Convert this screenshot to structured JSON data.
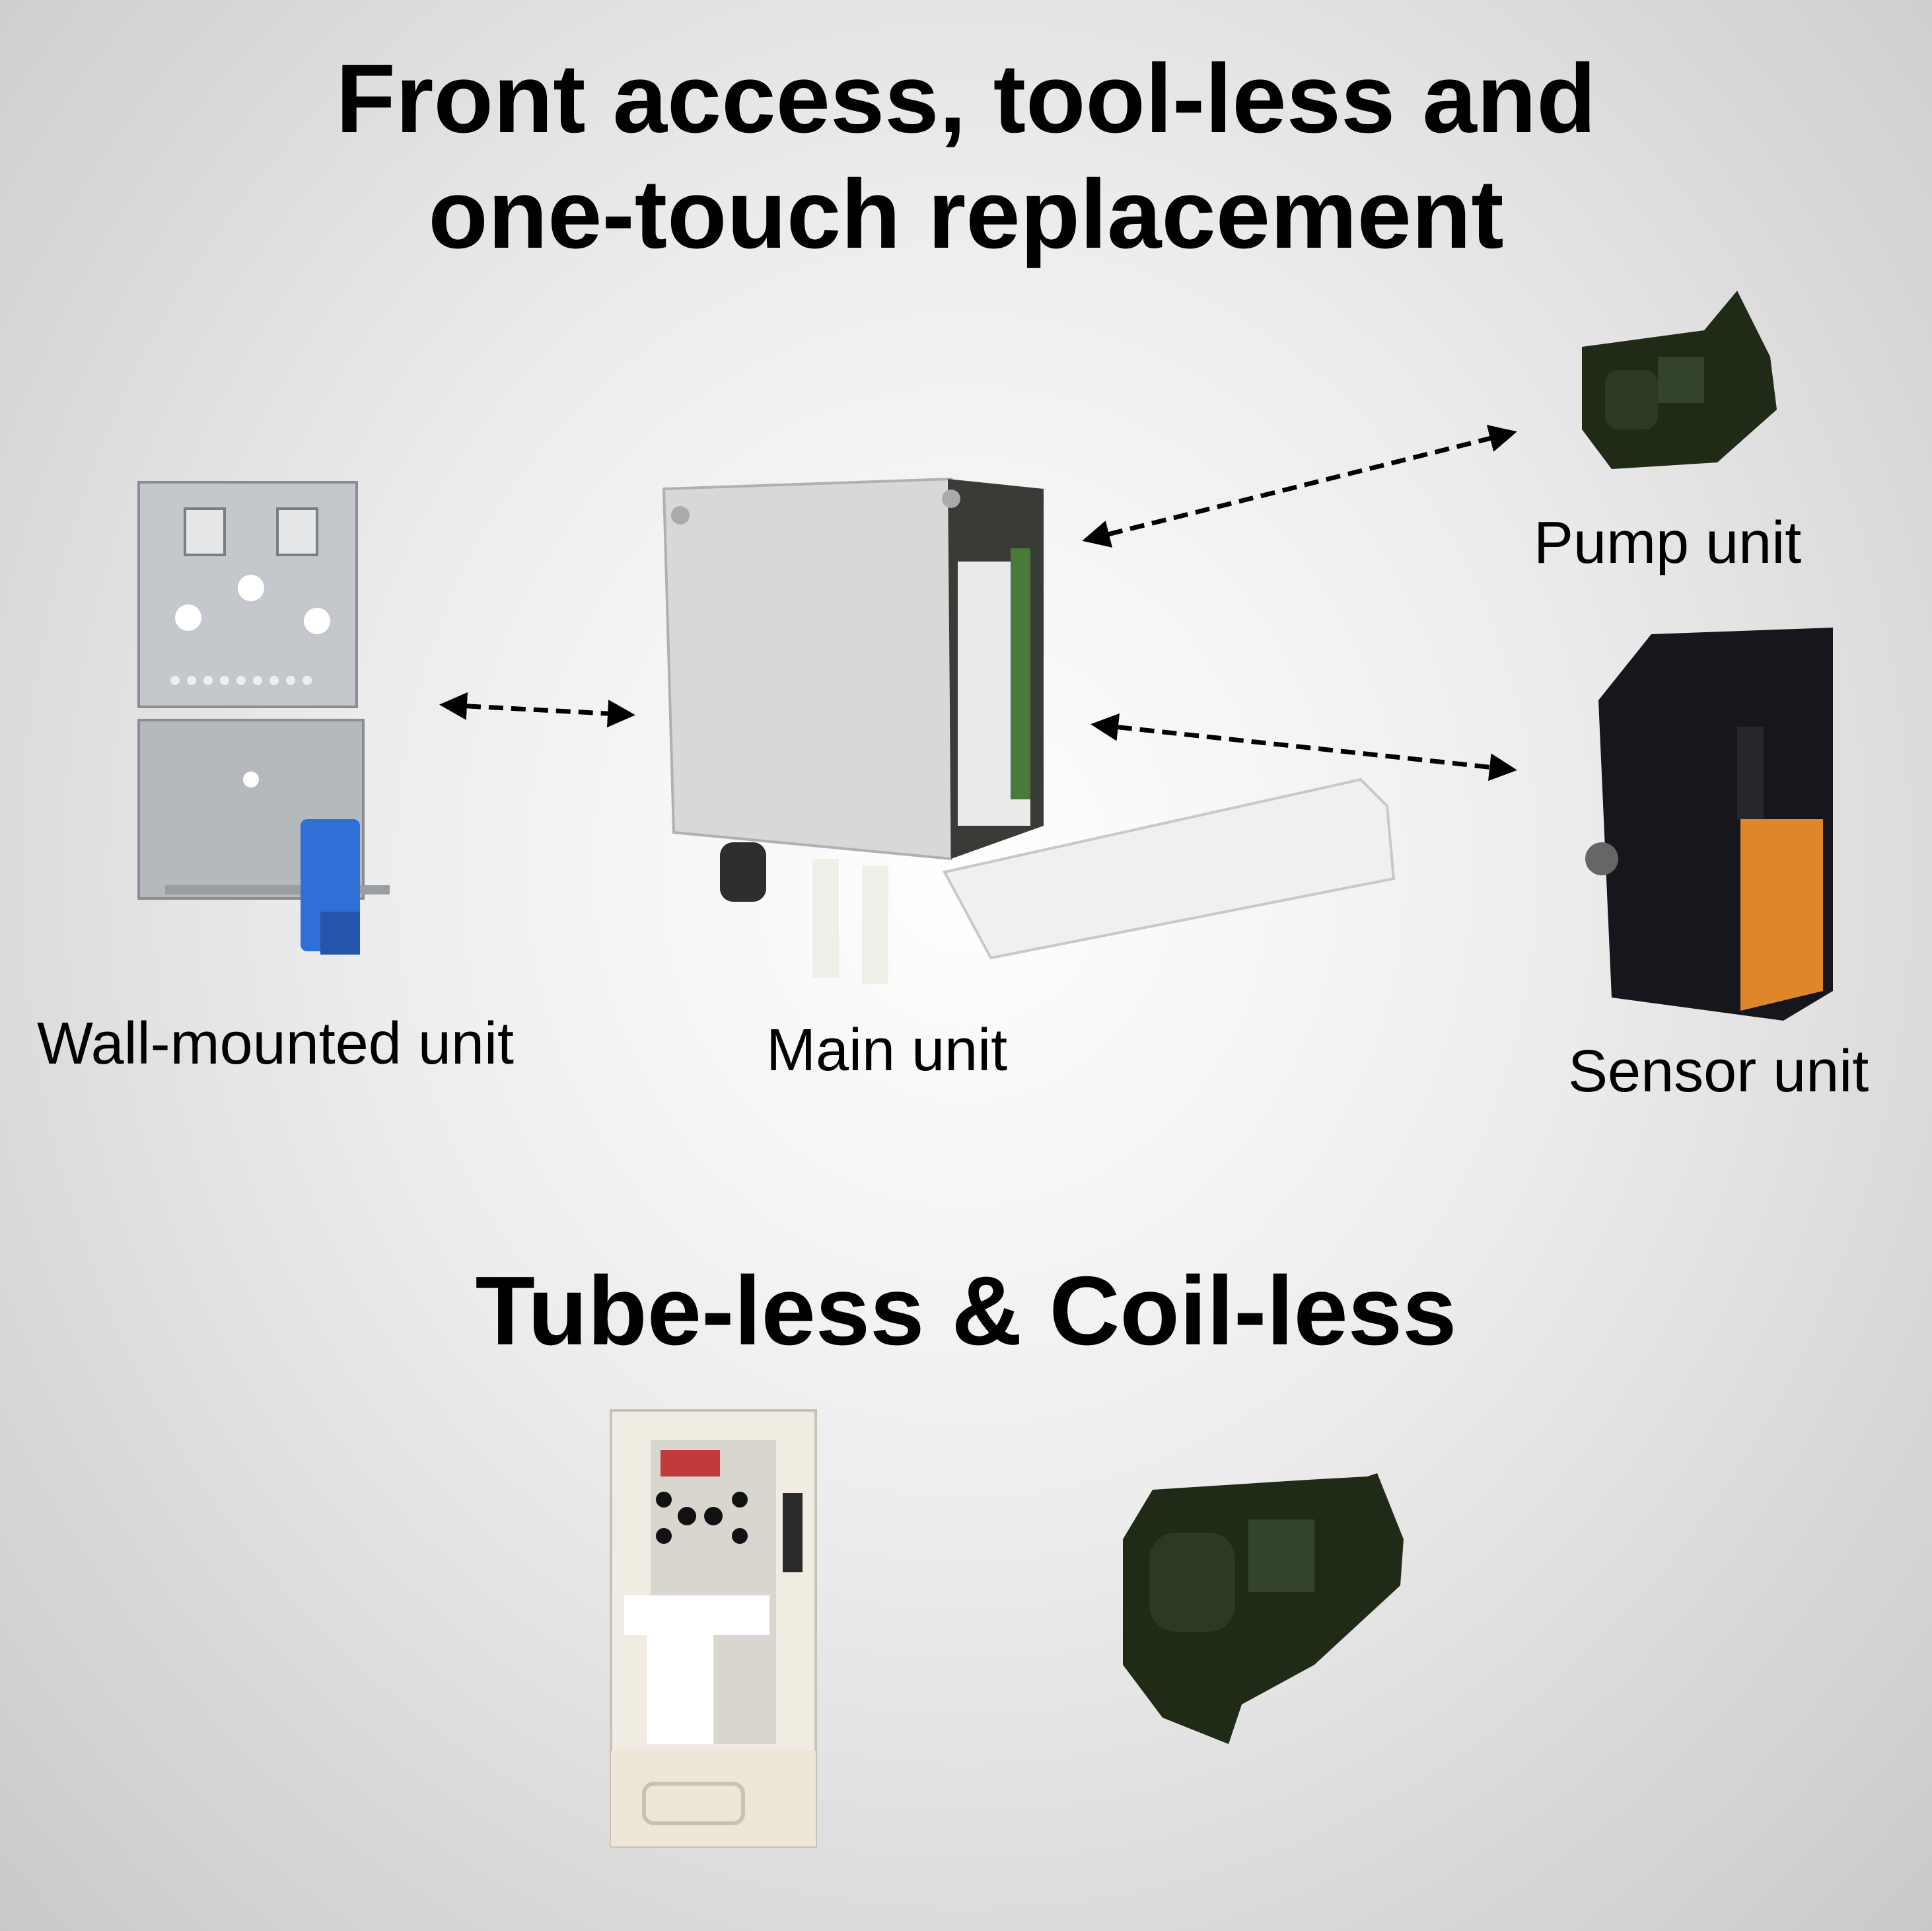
{
  "header": {
    "title_line1": "Front access, tool-less and",
    "title_line2": "one-touch replacement"
  },
  "units": {
    "wall_mounted": "Wall-mounted unit",
    "main": "Main unit",
    "pump": "Pump unit",
    "sensor": "Sensor unit"
  },
  "section2": {
    "title": "Tube-less & Coil-less"
  },
  "colors": {
    "wall_bracket": "#b8bcc2",
    "clip_blue": "#2f6fd6",
    "main_body": "#dcdcdc",
    "pump_green": "#1f2a17",
    "sensor_black": "#15171c",
    "sensor_label_orange": "#e0862a"
  }
}
